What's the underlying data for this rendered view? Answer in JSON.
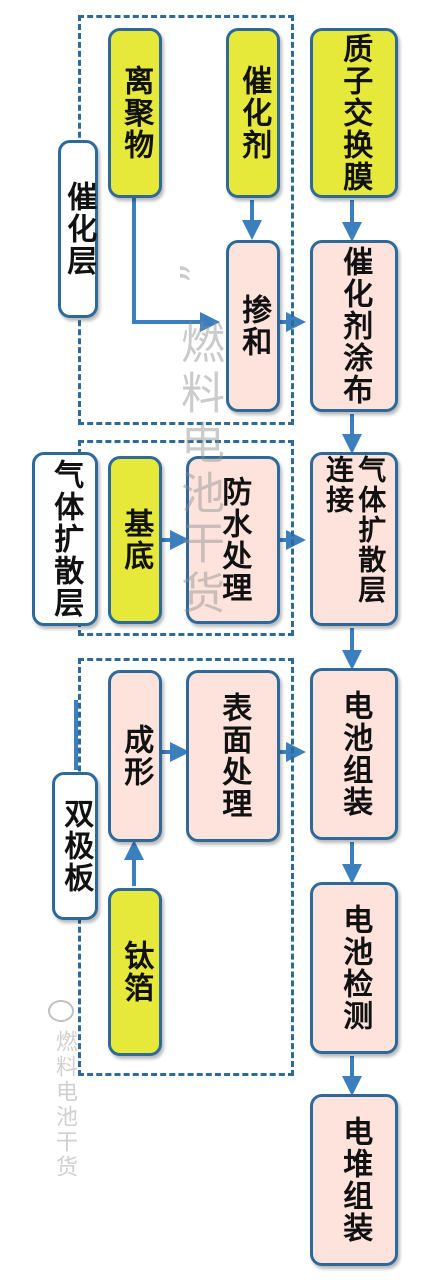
{
  "stacks": {
    "membrane": "质子交换膜",
    "catalyst_coating": "催化剂涂布",
    "gdl_connect": "气体扩散层连接",
    "cell_assembly": "电池组装",
    "cell_test": "电池检测",
    "stack_assembly": "电堆组装"
  },
  "catalyst_group": {
    "label": "催化层",
    "ionomer": "离聚物",
    "catalyst": "催化剂",
    "mixing": "掺和"
  },
  "gdl_group": {
    "label": "气体扩散层",
    "substrate": "基底",
    "waterproofing": "防水处理"
  },
  "bipolar_group": {
    "label": "双极板",
    "forming": "成形",
    "surface_treatment": "表面处理",
    "titanium_foil": "钛箔"
  },
  "watermark": {
    "main": "燃料电池干货",
    "quote": "“",
    "account": "燃料电池干货"
  },
  "colors": {
    "border": "#2d6a9a",
    "arrow": "#3b7fbf",
    "yellow": "#e6e93a",
    "pink": "#fde3dc"
  }
}
